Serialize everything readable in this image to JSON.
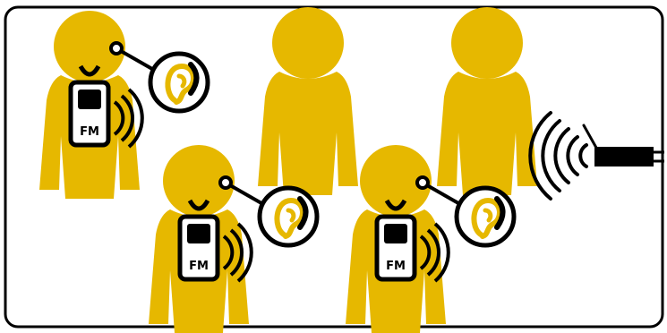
{
  "diagram": {
    "device_label": "FM",
    "colors": {
      "figure": "#e6b800",
      "outline": "#000000",
      "background": "#ffffff"
    },
    "people": [
      {
        "role": "fm-receiver-user",
        "has_fm_receiver": true
      },
      {
        "role": "listener",
        "has_fm_receiver": false
      },
      {
        "role": "listener",
        "has_fm_receiver": false
      },
      {
        "role": "fm-receiver-user",
        "has_fm_receiver": true
      },
      {
        "role": "fm-receiver-user",
        "has_fm_receiver": true
      }
    ],
    "transmitter": {
      "icon": "fm-transmitter-icon",
      "signal_icon": "wireless-signal-icon"
    }
  }
}
